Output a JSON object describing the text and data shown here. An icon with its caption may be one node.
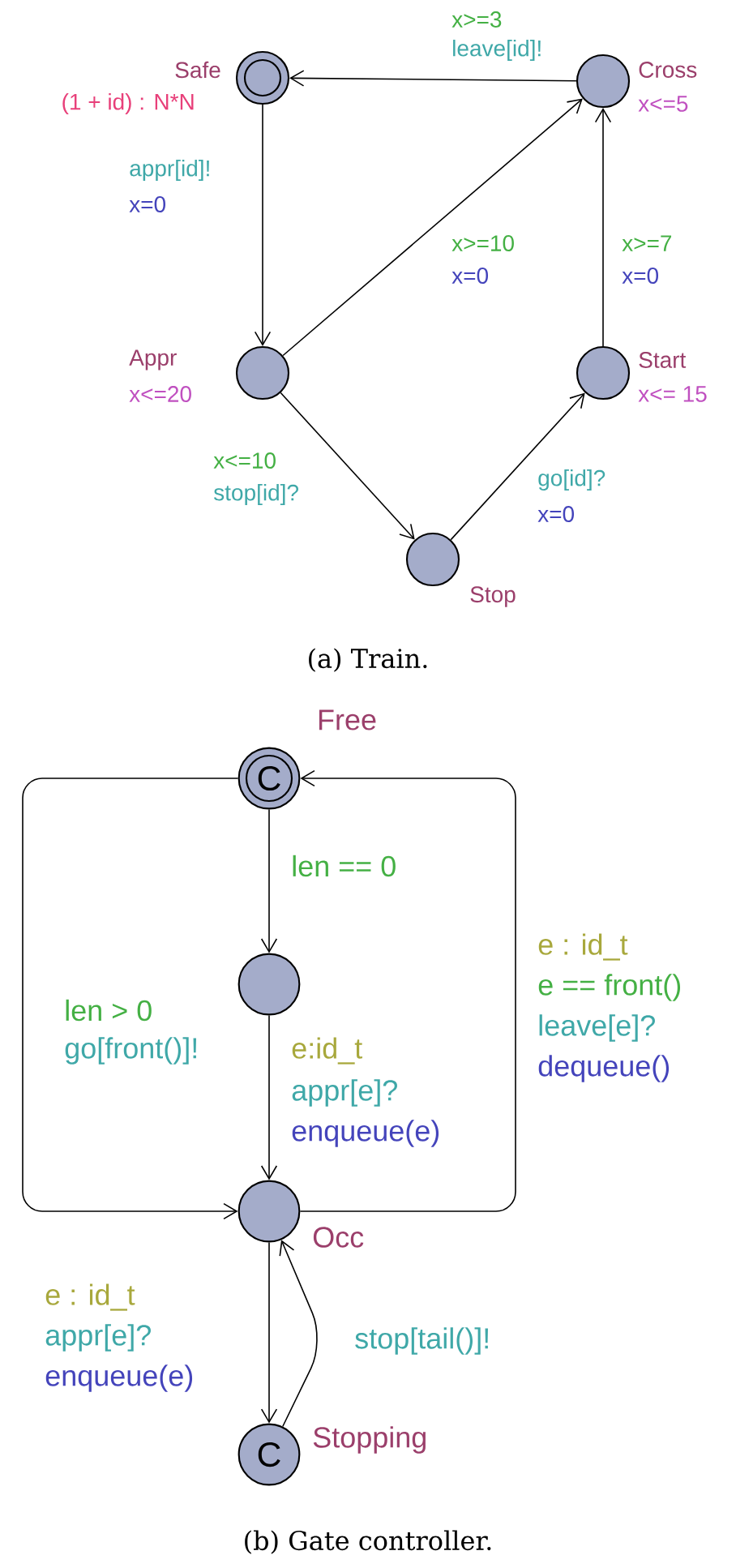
{
  "diagram": {
    "nodes": [
      {
        "text": [
          "Safe"
        ],
        "beside": [
          "(1 + id) : N*N"
        ]
      },
      {
        "text": [
          "Cross"
        ],
        "beside": [
          "x<=5"
        ]
      },
      {
        "text": [
          "Appr"
        ],
        "beside": [
          "x<=20"
        ]
      },
      {
        "text": [
          "Start"
        ],
        "beside": [
          "x<= 15"
        ]
      },
      {
        "text": [
          "Stop"
        ]
      },
      {
        "text": [
          "Free",
          "C"
        ]
      },
      {
        "text": [],
        "shape": "circle"
      },
      {
        "text": [
          "Occ"
        ]
      },
      {
        "text": [
          "Stopping",
          "C"
        ]
      }
    ],
    "edges": [
      {
        "from": 1,
        "to": 0,
        "arrow": "to"
      },
      {
        "from": 0,
        "to": 2,
        "arrow": "to"
      },
      {
        "from": 2,
        "to": 1,
        "arrow": "to"
      },
      {
        "from": 3,
        "to": 1,
        "arrow": "to"
      },
      {
        "from": 2,
        "to": 4,
        "arrow": "to"
      },
      {
        "from": 4,
        "to": 3,
        "arrow": "to"
      },
      {
        "from": 5,
        "to": 6,
        "arrow": "to"
      },
      {
        "from": 6,
        "to": 7,
        "arrow": "to"
      },
      {
        "from": 5,
        "to": 7,
        "arrow": "to"
      },
      {
        "from": 7,
        "to": 5,
        "arrow": "to"
      },
      {
        "from": 7,
        "to": 8,
        "arrow": "to"
      },
      {
        "from": 8,
        "to": 7,
        "arrow": "to"
      }
    ],
    "labels": [
      "x>=3",
      "leave[id]!",
      "appr[id]!",
      "x=0",
      "x>=10",
      "x=0",
      "x>=7",
      "x=0",
      "x<=10",
      "stop[id]?",
      "go[id]?",
      "x=0",
      "(a) Train.",
      "len == 0",
      "e : id_t",
      "e == front()",
      "leave[e]?",
      "dequeue()",
      "len > 0",
      "go[front()]!",
      "e:id_t",
      "appr[e]?",
      "enqueue(e)",
      "e : id_t",
      "appr[e]?",
      "enqueue(e)",
      "stop[tail()]!",
      "(b) Gate controller."
    ]
  }
}
